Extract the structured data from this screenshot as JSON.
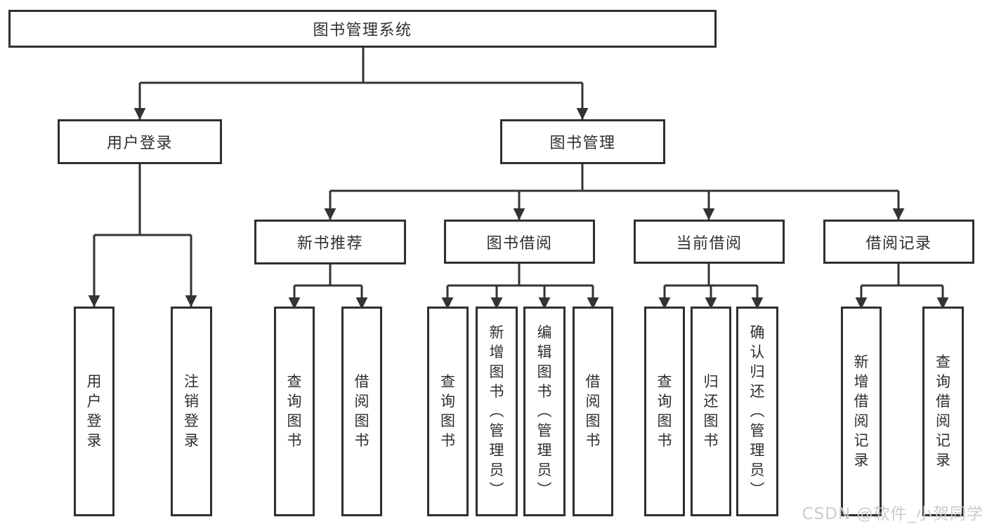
{
  "diagram": {
    "root": {
      "label": "图书管理系统"
    },
    "level1": {
      "user_login": {
        "label": "用户登录"
      },
      "book_mgmt": {
        "label": "图书管理"
      }
    },
    "level2": {
      "new_book_rec": {
        "label": "新书推荐"
      },
      "book_borrow": {
        "label": "图书借阅"
      },
      "current_borrow": {
        "label": "当前借阅"
      },
      "borrow_record": {
        "label": "借阅记录"
      }
    },
    "leaves": {
      "user_login_leaf": {
        "label": "用户登录"
      },
      "logout_leaf": {
        "label": "注销登录"
      },
      "rec_query_book": {
        "label": "查询图书"
      },
      "rec_borrow_book": {
        "label": "借阅图书"
      },
      "bb_query_book": {
        "label": "查询图书"
      },
      "bb_add_book": {
        "label": "新增图书（管理员）"
      },
      "bb_edit_book": {
        "label": "编辑图书（管理员）"
      },
      "bb_borrow_book": {
        "label": "借阅图书"
      },
      "cur_query_book": {
        "label": "查询图书"
      },
      "cur_return_book": {
        "label": "归还图书"
      },
      "cur_confirm_return": {
        "label": "确认归还（管理员）"
      },
      "br_add_record": {
        "label": "新增借阅记录"
      },
      "br_query_record": {
        "label": "查询借阅记录"
      }
    }
  },
  "watermark": {
    "text": "CSDN @软件_小贺同学"
  },
  "colors": {
    "line": "#333333",
    "text": "#2f2f2f",
    "box_border": "#2f2f2f",
    "watermark": "#cccccc",
    "background": "#ffffff"
  }
}
